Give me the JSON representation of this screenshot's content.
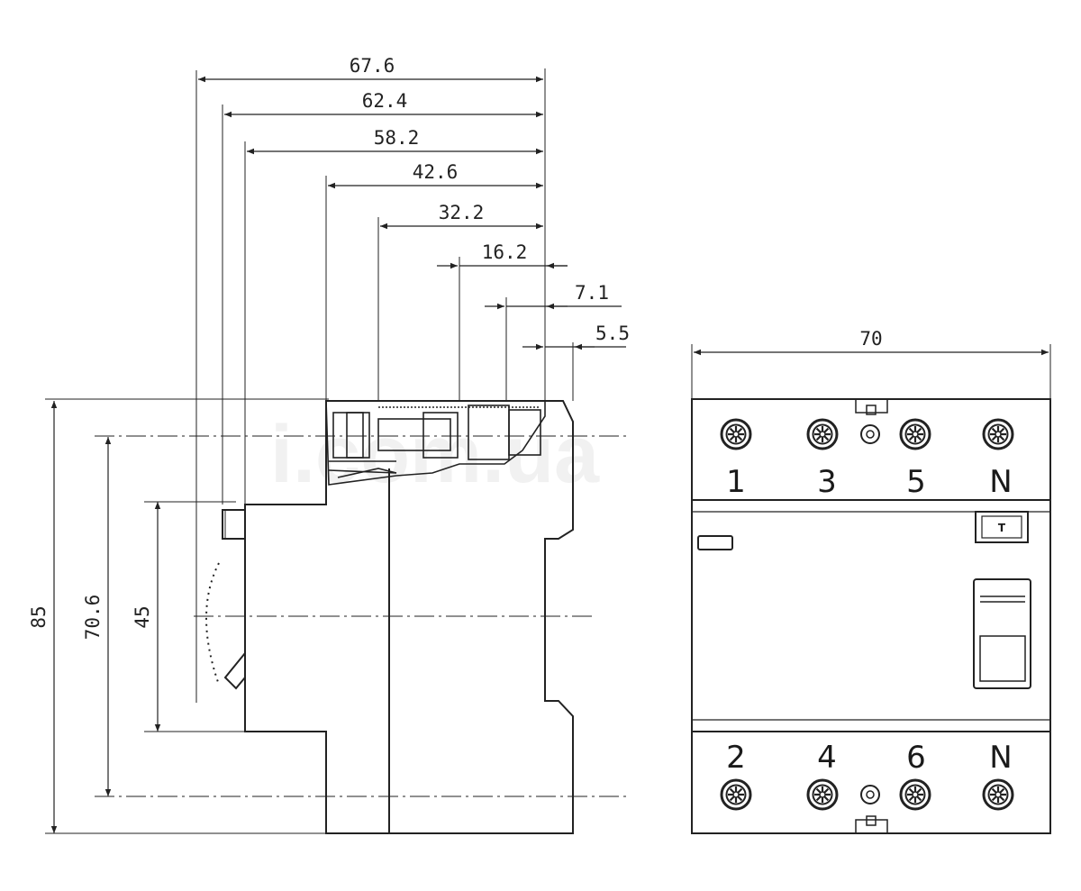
{
  "watermark": "i.com.ua",
  "side_view": {
    "horizontal_dimensions": [
      "67.6",
      "62.4",
      "58.2",
      "42.6",
      "32.2",
      "16.2",
      "7.1",
      "5.5"
    ],
    "vertical_dimensions": {
      "overall_height": "85",
      "center_height": "70.6",
      "front_height": "45"
    }
  },
  "front_view": {
    "width_dimension": "70",
    "top_terminals": [
      "1",
      "3",
      "5",
      "N"
    ],
    "bottom_terminals": [
      "2",
      "4",
      "6",
      "N"
    ],
    "test_button_label": "T"
  }
}
